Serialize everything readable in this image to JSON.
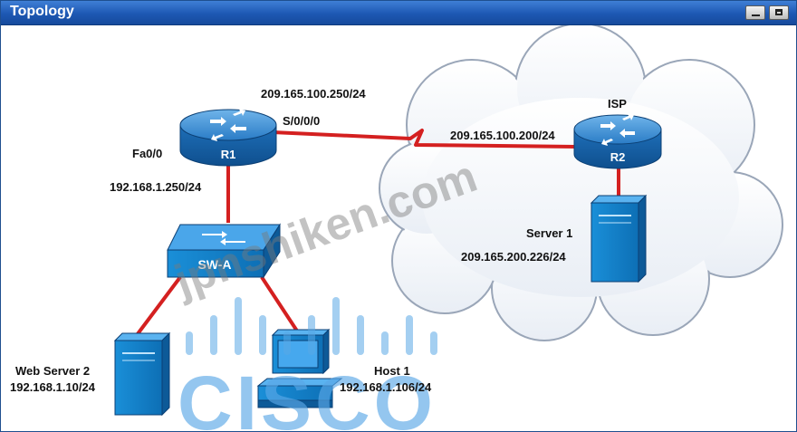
{
  "window": {
    "title": "Topology"
  },
  "colors": {
    "link": "#d42020",
    "router": "#1f6cb0",
    "device": "#1a8fd8",
    "cloud_stroke": "#9aa6b8",
    "titlebar": "#1d58b3"
  },
  "devices": {
    "r1": {
      "label": "R1",
      "icon": "router-icon"
    },
    "r2": {
      "label": "R2",
      "icon": "router-icon"
    },
    "swa": {
      "label": "SW-A",
      "icon": "switch-icon"
    },
    "server1": {
      "label": "Server 1",
      "ip": "209.165.200.226/24",
      "icon": "server-icon"
    },
    "webserver2": {
      "label": "Web Server 2",
      "ip": "192.168.1.10/24",
      "icon": "server-icon"
    },
    "host1": {
      "label": "Host 1",
      "ip": "192.168.1.106/24",
      "icon": "pc-icon"
    }
  },
  "labels": {
    "isp": "ISP",
    "r1_serial_ip": "209.165.100.250/24",
    "r1_serial_if": "S/0/0/0",
    "r2_serial_ip": "209.165.100.200/24",
    "r1_fa_if": "Fa0/0",
    "r1_fa_ip": "192.168.1.250/24"
  },
  "watermarks": {
    "site": "jpnshiken.com",
    "brand": "CISCO"
  }
}
